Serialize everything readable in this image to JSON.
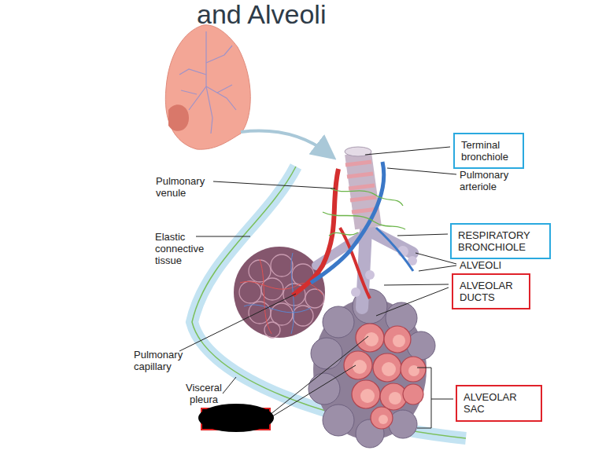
{
  "diagram": {
    "title": "and Alveoli",
    "nodes": [
      {
        "text": [
          "Terminal bronchiole"
        ]
      },
      {
        "text": [
          "RESPIRATORY BRONCHIOLE"
        ]
      },
      {
        "text": [
          "ALVEOLAR DUCTS"
        ]
      },
      {
        "text": [
          "ALVEOLAR SAC"
        ]
      }
    ],
    "labels": [
      "Pulmonary arteriole",
      "Pulmonary venule",
      "Elastic connective tissue",
      "ALVEOLI",
      "Pulmonary capillary",
      "Visceral pleura"
    ]
  }
}
